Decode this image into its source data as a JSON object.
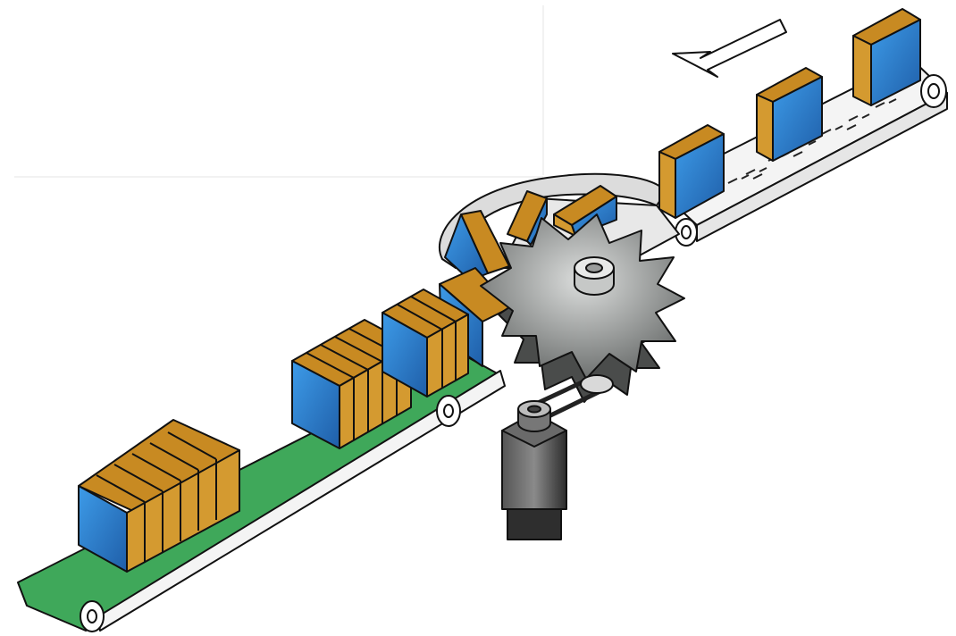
{
  "diagram": {
    "title": "",
    "colors": {
      "belt_lower": "#3fa85a",
      "belt_upper": "#f2f2f2",
      "box_top": "#c88a22",
      "box_side": "#d49a30",
      "box_face": "#2f82d4",
      "wheel": "#8a8d8c",
      "motor": "#3a3a3a",
      "outline": "#111111"
    },
    "icons": {
      "flow_arrow": "arrow-left-down-icon",
      "wheel": "star-wheel-icon",
      "motor": "servo-motor-icon"
    },
    "counts": {
      "lower_stack_boxes": 6,
      "middle_stack_boxes": 5,
      "upper_conveyor_boxes": 3
    }
  }
}
